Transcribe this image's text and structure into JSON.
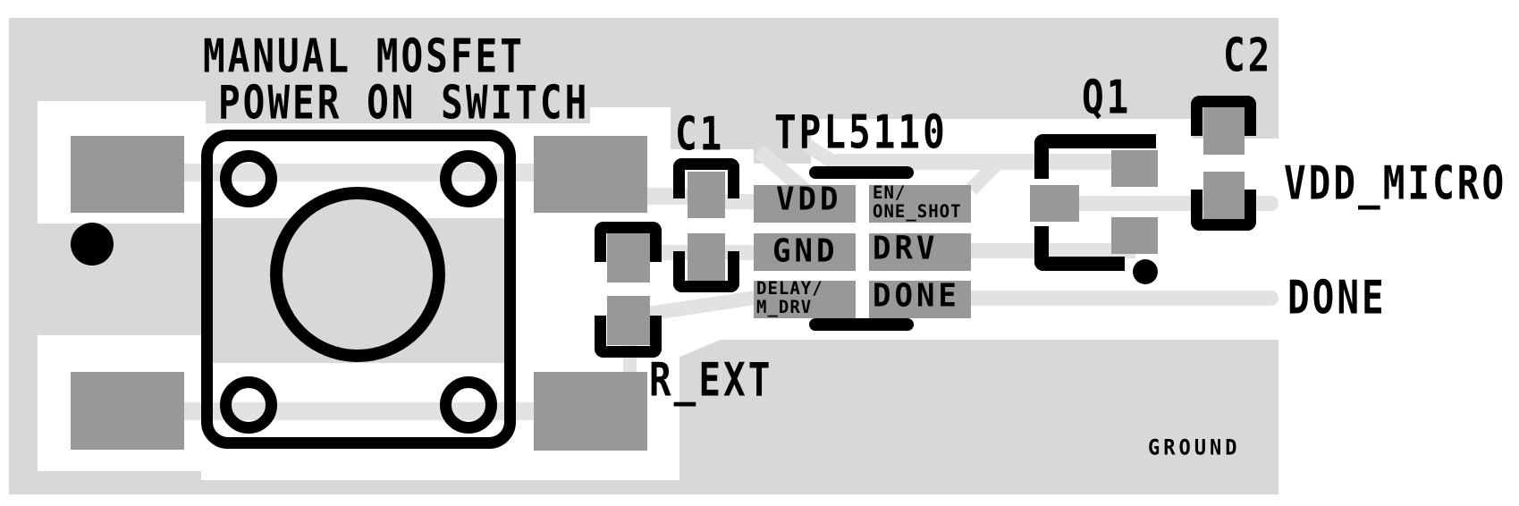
{
  "colors": {
    "pour": "#d8d8d8",
    "trace": "#e2e2e2",
    "pad": "#989898",
    "silk": "#000000",
    "bg": "#ffffff"
  },
  "silkscreen": {
    "title_line1": "MANUAL MOSFET",
    "title_line2": "POWER ON SWITCH",
    "refdes": {
      "c1": "C1",
      "ic": "TPL5110",
      "q1": "Q1",
      "c2": "C2",
      "rext": "R_EXT"
    },
    "ic_pins": {
      "vdd": "VDD",
      "gnd": "GND",
      "delay_line1": "DELAY/",
      "delay_line2": "M_DRV",
      "en_line1": "EN/",
      "en_line2": "ONE_SHOT",
      "drv": "DRV",
      "done": "DONE"
    },
    "nets": {
      "vdd_micro": "VDD_MICRO",
      "done": "DONE",
      "ground": "GROUND"
    }
  }
}
